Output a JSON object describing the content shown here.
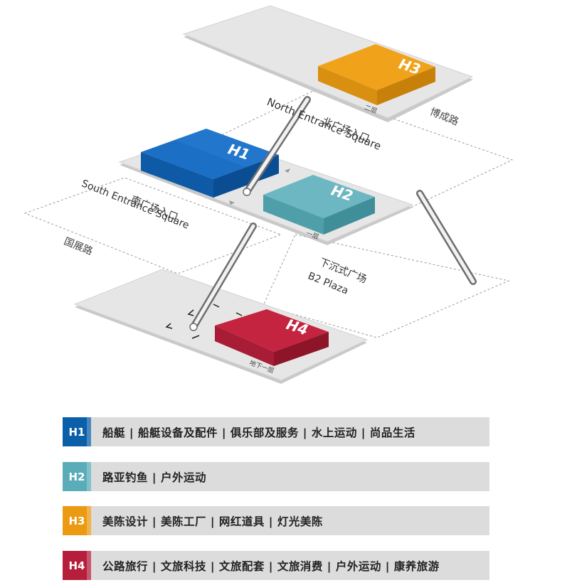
{
  "floors": {
    "third": {
      "hall": "H3",
      "floor_label": "二层",
      "road": "博成路"
    },
    "first": {
      "hall_a": "H1",
      "hall_b": "H2",
      "floor_label": "一层"
    },
    "basement": {
      "hall": "H4",
      "floor_label": "地下一层"
    }
  },
  "labels": {
    "north_cn": "北广场入口",
    "north_en": "North Entrance Square",
    "south_cn": "南广场入口",
    "south_en": "South Entrance Square",
    "road_west": "国展路",
    "b2_cn": "下沉式广场",
    "b2_en": "B2 Plaza"
  },
  "legend": [
    {
      "code": "H1",
      "color": "#0b5ea8",
      "text": "船艇 | 船艇设备及配件 | 俱乐部及服务 | 水上运动 | 尚品生活"
    },
    {
      "code": "H2",
      "color": "#5aacb8",
      "text": "路亚钓鱼 | 户外运动"
    },
    {
      "code": "H3",
      "color": "#eb9a12",
      "text": "美陈设计 | 美陈工厂 | 网红道具 | 灯光美陈"
    },
    {
      "code": "H4",
      "color": "#b51f3b",
      "text": "公路旅行 | 文旅科技 | 文旅配套 | 文旅消费 | 户外运动 | 康养旅游"
    }
  ],
  "colors": {
    "h1_top": "#1b6fc4",
    "h1_side": "#0a4d92",
    "h2_top": "#6db7c2",
    "h2_side": "#3f8e9a",
    "h3_top": "#f0a21a",
    "h3_side": "#c7800a",
    "h4_top": "#c4243f",
    "h4_side": "#8e1529",
    "plate": "#e6e6e6",
    "plate_edge": "#c9c9c9"
  }
}
